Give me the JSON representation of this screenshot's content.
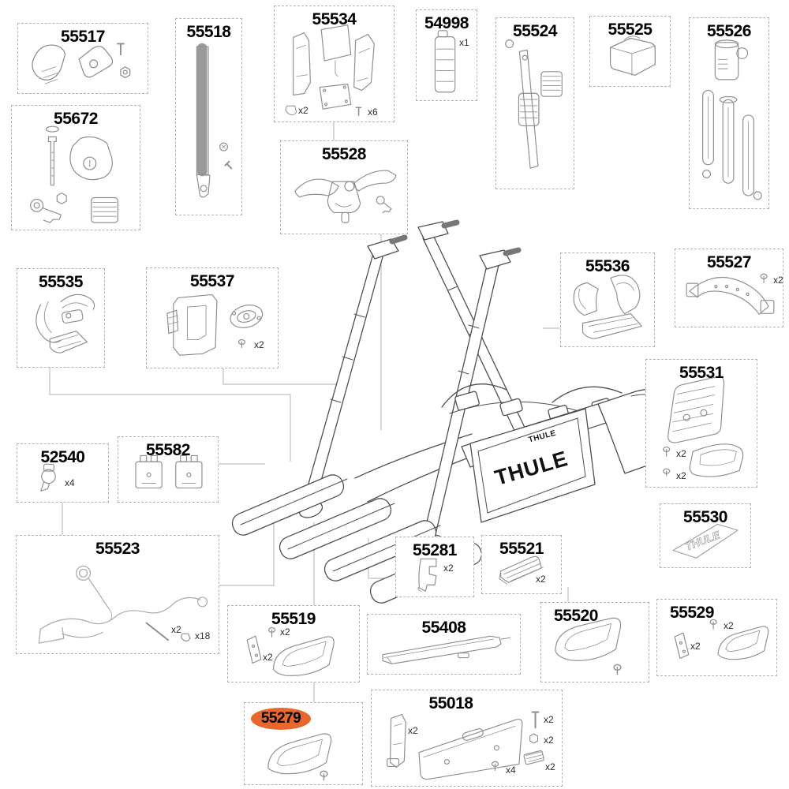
{
  "brand": {
    "name": "THULE",
    "plate_logo": "THULE",
    "bumper_logo": "THULE",
    "sticker_logo": "THULE"
  },
  "highlight": {
    "part_id": "55279",
    "color": "#E8672C"
  },
  "parts": [
    {
      "id": "55517",
      "qty": []
    },
    {
      "id": "55518",
      "qty": []
    },
    {
      "id": "55534",
      "qty": [
        {
          "icon": "clip",
          "label": "x2"
        },
        {
          "icon": "screw",
          "label": "x6"
        }
      ]
    },
    {
      "id": "54998",
      "qty": [
        {
          "icon": "none",
          "label": "x1"
        }
      ]
    },
    {
      "id": "55524",
      "qty": []
    },
    {
      "id": "55525",
      "qty": []
    },
    {
      "id": "55526",
      "qty": []
    },
    {
      "id": "55672",
      "qty": []
    },
    {
      "id": "55528",
      "qty": []
    },
    {
      "id": "55535",
      "qty": []
    },
    {
      "id": "55537",
      "qty": [
        {
          "icon": "screw",
          "label": "x2"
        }
      ]
    },
    {
      "id": "55536",
      "qty": []
    },
    {
      "id": "55527",
      "qty": [
        {
          "icon": "screw",
          "label": "x2"
        }
      ]
    },
    {
      "id": "55531",
      "qty": [
        {
          "icon": "screw",
          "label": "x2"
        },
        {
          "icon": "screw",
          "label": "x2"
        }
      ]
    },
    {
      "id": "52540",
      "qty": [
        {
          "icon": "clip",
          "label": "x4"
        }
      ]
    },
    {
      "id": "55582",
      "qty": []
    },
    {
      "id": "55523",
      "qty": [
        {
          "icon": "rod",
          "label": "x2"
        },
        {
          "icon": "clip",
          "label": "x18"
        }
      ]
    },
    {
      "id": "55281",
      "qty": [
        {
          "icon": "bracket",
          "label": "x2"
        }
      ]
    },
    {
      "id": "55521",
      "qty": [
        {
          "icon": "wedge",
          "label": "x2"
        }
      ]
    },
    {
      "id": "55530",
      "qty": []
    },
    {
      "id": "55519",
      "qty": [
        {
          "icon": "pad",
          "label": "x2"
        },
        {
          "icon": "screw",
          "label": "x2"
        }
      ]
    },
    {
      "id": "55408",
      "qty": []
    },
    {
      "id": "55520",
      "qty": []
    },
    {
      "id": "55529",
      "qty": [
        {
          "icon": "pad",
          "label": "x2"
        },
        {
          "icon": "screw",
          "label": "x2"
        }
      ]
    },
    {
      "id": "55279",
      "highlighted": true,
      "qty": []
    },
    {
      "id": "55018",
      "qty": [
        {
          "icon": "bracket",
          "label": "x2"
        },
        {
          "icon": "bolt",
          "label": "x2"
        },
        {
          "icon": "nut",
          "label": "x2"
        },
        {
          "icon": "screw",
          "label": "x4"
        },
        {
          "icon": "wedge",
          "label": "x2"
        }
      ]
    }
  ]
}
